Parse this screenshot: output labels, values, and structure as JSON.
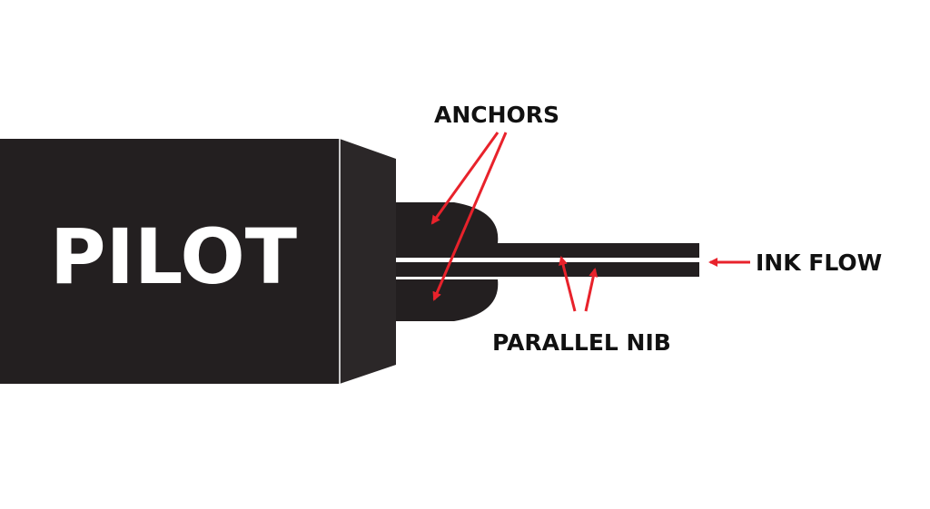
{
  "brand_text": "PILOT",
  "labels": {
    "anchors": "ANCHORS",
    "ink_flow": "INK FLOW",
    "parallel_nib": "PARALLEL NIB"
  },
  "colors": {
    "body": "#231f20",
    "collar": "#2b2728",
    "nib": "#231f20",
    "arrow": "#e8222b",
    "label": "#111111",
    "background": "#ffffff"
  }
}
